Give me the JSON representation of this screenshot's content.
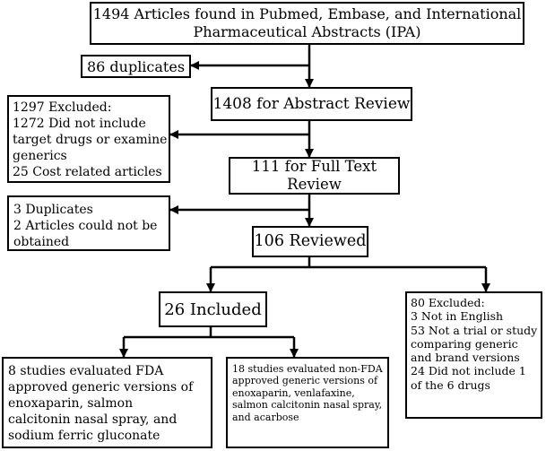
{
  "flowchart": {
    "articles_found": {
      "line1": "1494 Articles found in Pubmed, Embase, and International",
      "line2": "Pharmaceutical Abstracts (IPA)"
    },
    "duplicates_first": "86 duplicates",
    "abstract_review": "1408 for Abstract Review",
    "excluded_abstract": {
      "line1": "1297 Excluded:",
      "line2": "1272 Did not include",
      "line3": "target drugs or examine",
      "line4": "generics",
      "line5": "25 Cost related articles"
    },
    "full_text_review": "111 for Full Text Review",
    "excluded_full_text": {
      "line1": "3 Duplicates",
      "line2": "2 Articles could not be",
      "line3": "obtained"
    },
    "reviewed": "106 Reviewed",
    "included": "26 Included",
    "excluded_reviewed": {
      "line1": "80 Excluded:",
      "line2": "3 Not in English",
      "line3": "53 Not a trial or study",
      "line4": "comparing generic",
      "line5": "and brand versions",
      "line6": "24 Did not include 1",
      "line7": "of the 6 drugs"
    },
    "fda_studies": {
      "line1": "8 studies evaluated FDA",
      "line2": "approved generic versions of",
      "line3": "enoxaparin, salmon",
      "line4": "calcitonin nasal spray, and",
      "line5": "sodium ferric gluconate"
    },
    "non_fda_studies": {
      "line1": "18 studies evaluated non-FDA",
      "line2": "approved generic versions of",
      "line3": "enoxaparin, venlafaxine,",
      "line4": "salmon calcitonin nasal spray,",
      "line5": "and acarbose"
    }
  }
}
